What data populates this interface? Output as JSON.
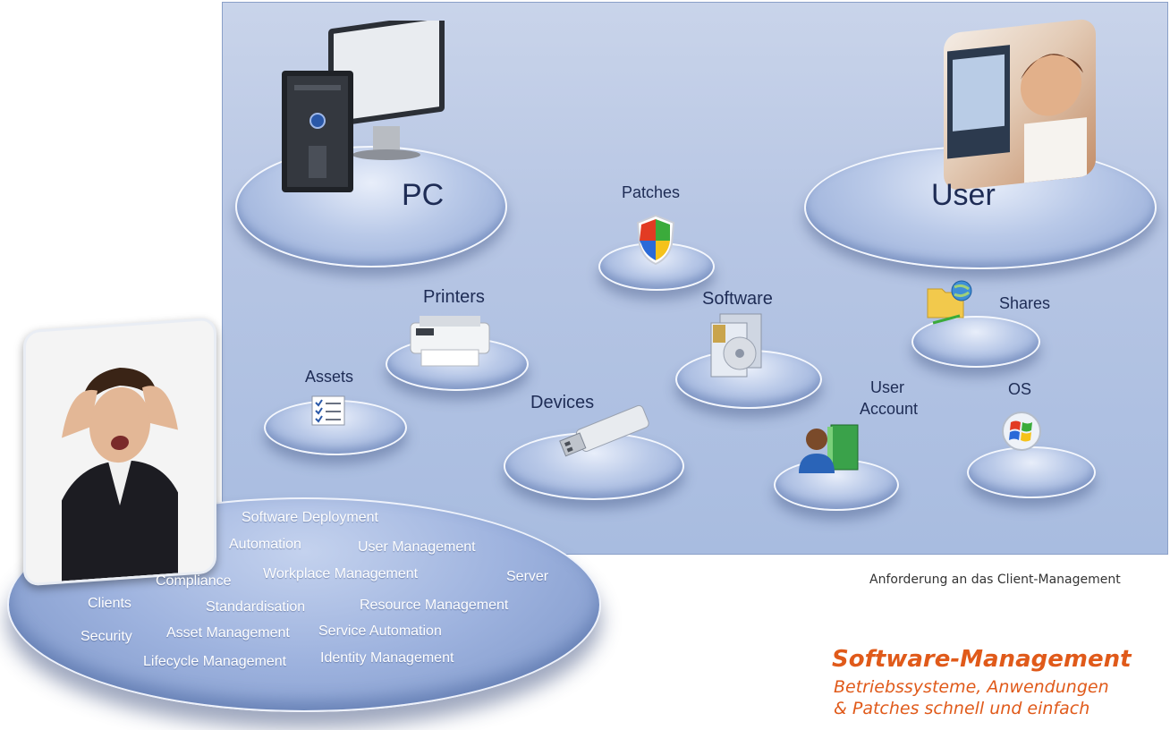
{
  "nodes": {
    "pc": "PC",
    "user": "User",
    "patches": "Patches",
    "printers": "Printers",
    "software": "Software",
    "shares": "Shares",
    "assets": "Assets",
    "devices": "Devices",
    "user_account_line1": "User",
    "user_account_line2": "Account",
    "os": "OS"
  },
  "tags": {
    "software_deployment": "Software Deployment",
    "automation": "Automation",
    "user_management": "User Management",
    "compliance": "Compliance",
    "workplace_management": "Workplace Management",
    "server": "Server",
    "clients": "Clients",
    "standardisation": "Standardisation",
    "resource_management": "Resource Management",
    "security": "Security",
    "asset_management": "Asset Management",
    "service_automation": "Service Automation",
    "lifecycle_management": "Lifecycle Management",
    "identity_management": "Identity Management"
  },
  "caption": "Anforderung an das Client-Management",
  "promo": {
    "title": "Software-Management",
    "line1": "Betriebssysteme, Anwendungen",
    "line2": "& Patches schnell und einfach"
  },
  "icons": [
    "desktop-pc-icon",
    "user-photo",
    "shield-icon",
    "printer-icon",
    "software-box-icon",
    "shared-folder-icon",
    "checklist-icon",
    "usb-stick-icon",
    "user-account-icon",
    "windows-logo-icon",
    "stressed-woman-photo"
  ]
}
